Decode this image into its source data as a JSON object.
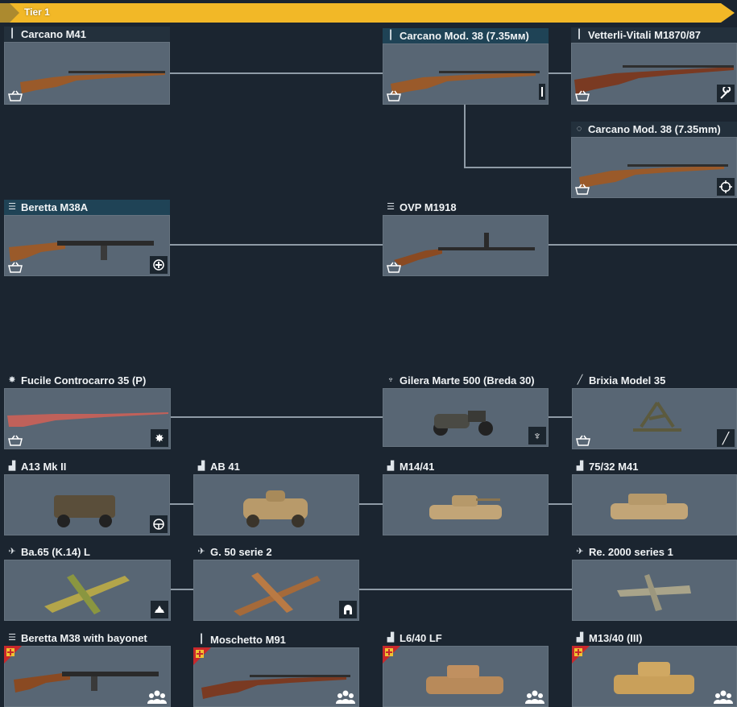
{
  "tier": {
    "label": "Tier 1",
    "banner_color": "#f2b827"
  },
  "colors": {
    "background": "#1b2530",
    "card_bg": "#586674",
    "line": "#8f9ba6",
    "premium_red": "#c8282c",
    "premium_yellow": "#f1c232"
  },
  "cards": {
    "carcano_m41": {
      "name": "Carcano M41",
      "icon": "rifle-icon",
      "badge": "shop-basket-icon"
    },
    "carcano_mod38_a": {
      "name": "Carcano Mod. 38 (7.35мм)",
      "icon": "rifle-icon",
      "badge": "shop-basket-icon"
    },
    "vetterli": {
      "name": "Vetterli-Vitali M1870/87",
      "icon": "rifle-icon",
      "badge": "wrench-icon"
    },
    "carcano_mod38_b": {
      "name": "Carcano Mod. 38 (7.35mm)",
      "icon": "crosshair-icon",
      "badge": "crosshair-icon"
    },
    "beretta_m38a": {
      "name": "Beretta M38A",
      "icon": "magazine-icon",
      "badge": "plus-circle-icon"
    },
    "ovp_m1918": {
      "name": "OVP M1918",
      "icon": "magazine-icon",
      "badge": "shop-basket-icon"
    },
    "fucile": {
      "name": "Fucile Controcarro 35 (P)",
      "icon": "explosion-icon",
      "badge": "explosion-icon"
    },
    "gilera": {
      "name": "Gilera Marte 500 (Breda 30)",
      "icon": "motorcycle-gunner-icon",
      "badge": "motorcycle-gunner-icon"
    },
    "brixia": {
      "name": "Brixia Model 35",
      "icon": "mortar-icon",
      "badge": "mortar-icon"
    },
    "a13": {
      "name": "A13 Mk II",
      "icon": "tank-icon",
      "badge": "steering-wheel-icon"
    },
    "ab41": {
      "name": "AB 41",
      "icon": "tank-icon"
    },
    "m14": {
      "name": "M14/41",
      "icon": "tank-icon"
    },
    "m75_32": {
      "name": "75/32 M41",
      "icon": "tank-icon"
    },
    "ba65": {
      "name": "Ba.65 (K.14) L",
      "icon": "plane-icon",
      "badge": "bomber-icon"
    },
    "g50": {
      "name": "G. 50 serie 2",
      "icon": "plane-icon",
      "badge": "pilot-helmet-icon"
    },
    "re2000": {
      "name": "Re. 2000 series 1",
      "icon": "plane-icon"
    },
    "beretta_bayonet": {
      "name": "Beretta M38 with bayonet",
      "icon": "magazine-icon",
      "badge": "squad-icon",
      "premium": true
    },
    "moschetto": {
      "name": "Moschetto M91",
      "icon": "rifle-icon",
      "badge": "squad-icon",
      "premium": true
    },
    "l6_40": {
      "name": "L6/40 LF",
      "icon": "tank-icon",
      "badge": "squad-icon",
      "premium": true
    },
    "m13_40": {
      "name": "M13/40 (III)",
      "icon": "tank-icon",
      "badge": "squad-icon",
      "premium": true
    }
  }
}
